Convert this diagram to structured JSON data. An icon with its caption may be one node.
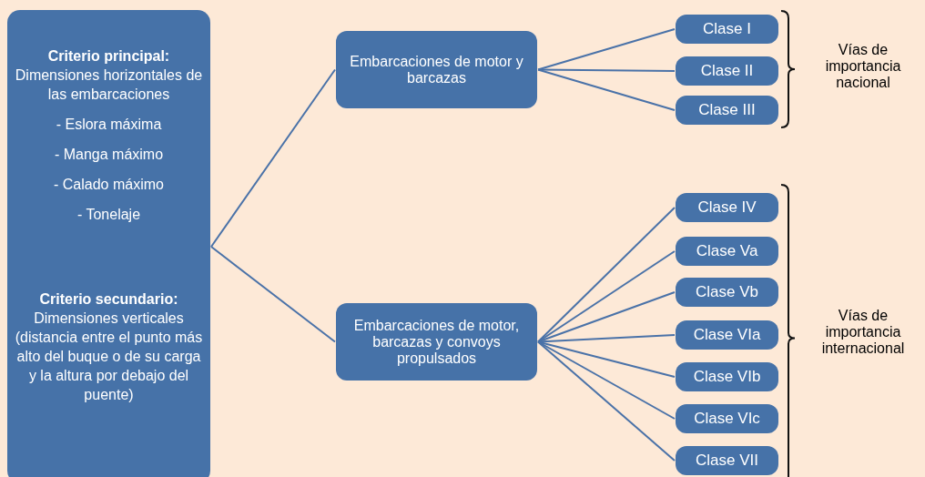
{
  "diagram": {
    "nodes": [
      {
        "text": [
          "Criterio principal:",
          "Dimensiones horizontales de las embarcaciones",
          "- Eslora máxima",
          "- Manga máximo",
          "- Calado máximo",
          "- Tonelaje",
          "Criterio secundario:",
          "Dimensiones verticales (distancia entre el punto más alto del buque o de su carga y la altura por debajo del puente)"
        ]
      },
      {
        "text": [
          "Embarcaciones de motor y barcazas"
        ]
      },
      {
        "text": [
          "Embarcaciones de motor, barcazas y convoys propulsados"
        ]
      },
      {
        "text": [
          "Clase I"
        ]
      },
      {
        "text": [
          "Clase II"
        ]
      },
      {
        "text": [
          "Clase III"
        ]
      },
      {
        "text": [
          "Clase IV"
        ]
      },
      {
        "text": [
          "Clase Va"
        ]
      },
      {
        "text": [
          "Clase Vb"
        ]
      },
      {
        "text": [
          "Clase VIa"
        ]
      },
      {
        "text": [
          "Clase VIb"
        ]
      },
      {
        "text": [
          "Clase VIc"
        ]
      },
      {
        "text": [
          "Clase VII"
        ]
      }
    ],
    "edges": [
      {
        "from": 0,
        "to": 1,
        "arrow": "none"
      },
      {
        "from": 0,
        "to": 2,
        "arrow": "none"
      },
      {
        "from": 1,
        "to": 3,
        "arrow": "none"
      },
      {
        "from": 1,
        "to": 4,
        "arrow": "none"
      },
      {
        "from": 1,
        "to": 5,
        "arrow": "none"
      },
      {
        "from": 2,
        "to": 6,
        "arrow": "none"
      },
      {
        "from": 2,
        "to": 7,
        "arrow": "none"
      },
      {
        "from": 2,
        "to": 8,
        "arrow": "none"
      },
      {
        "from": 2,
        "to": 9,
        "arrow": "none"
      },
      {
        "from": 2,
        "to": 10,
        "arrow": "none"
      },
      {
        "from": 2,
        "to": 11,
        "arrow": "none"
      },
      {
        "from": 2,
        "to": 12,
        "arrow": "none"
      }
    ],
    "labels": [
      "Vías de importancia nacional",
      "Vías de importancia internacional"
    ]
  }
}
